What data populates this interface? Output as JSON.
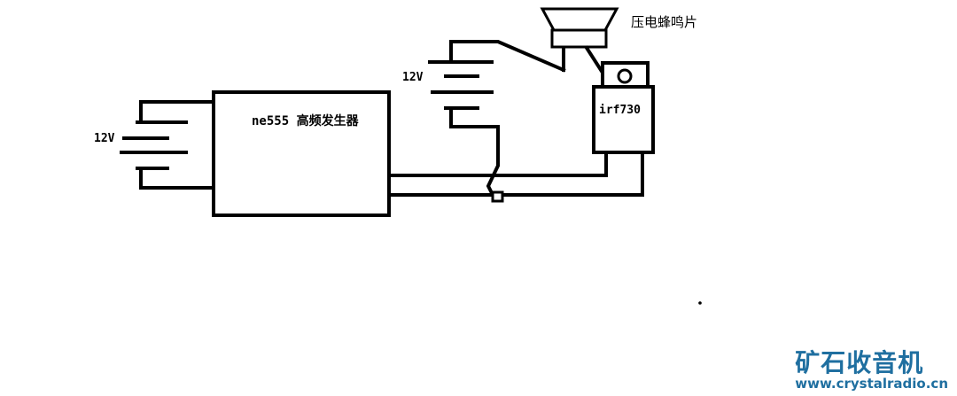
{
  "labels": {
    "battery_left": "12V",
    "battery_top": "12V",
    "generator": "ne555 高频发生器",
    "buzzer": "压电蜂鸣片",
    "mosfet": "irf730"
  },
  "watermark": {
    "title": "矿石收音机",
    "url": "www.crystalradio.cn",
    "color": "#1f6fa0"
  },
  "icons": {
    "buzzer": "piezo-horn-icon",
    "mosfet_tab": "to220-mount-hole-icon"
  }
}
